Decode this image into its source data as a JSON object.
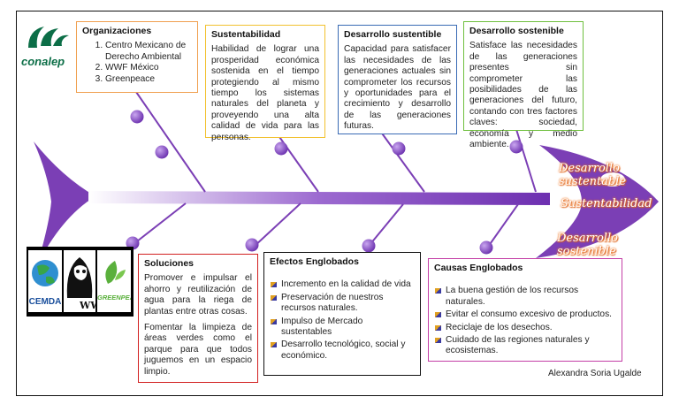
{
  "logo": {
    "name": "conalep"
  },
  "boxes": {
    "organizaciones": {
      "title": "Organizaciones",
      "items": [
        "Centro Mexicano de Derecho Ambiental",
        "WWF México",
        "Greenpeace"
      ]
    },
    "sustentabilidad": {
      "title": "Sustentabilidad",
      "text": "Habilidad de lograr una prosperidad económica sostenida en el tiempo protegiendo al mismo tiempo los sistemas naturales del planeta y proveyendo una alta calidad de vida para las personas."
    },
    "desarrollo_sustentable": {
      "title": "Desarrollo sustentible",
      "text": "Capacidad para satisfacer las necesidades de las generaciones actuales sin comprometer los recursos y oportunidades para el crecimiento y desarrollo de las generaciones futuras."
    },
    "desarrollo_sostenible": {
      "title": "Desarrollo sostenible",
      "text": "Satisface las necesidades de las generaciones presentes sin comprometer las posibilidades de las generaciones del futuro, contando con tres factores claves: sociedad, economía y medio ambiente."
    },
    "soluciones": {
      "title": "Soluciones",
      "p1": "Promover e impulsar el ahorro y reutilización de agua para la riega de plantas entre otras cosas.",
      "p2": "Fomentar la limpieza de áreas verdes como el parque para que todos juguemos en un espacio limpio."
    },
    "efectos": {
      "title": "Efectos Englobados",
      "items": [
        "Incremento en la calidad de vida",
        "Preservación de nuestros recursos naturales.",
        "Impulso de Mercado sustentables",
        "Desarrollo tecnológico, social y económico."
      ]
    },
    "causas": {
      "title": "Causas Englobados",
      "items": [
        "La buena gestión de los recursos naturales.",
        "Evitar el consumo excesivo de productos.",
        "Reciclaje de los desechos.",
        "Cuidado de las regiones naturales y ecosistemas."
      ]
    }
  },
  "head_labels": [
    "Desarrollo sustentable",
    "Sustentabilidad",
    "Desarrollo sostenible"
  ],
  "partners": [
    "CEMDA",
    "WWF",
    "GREENPEACE"
  ],
  "author": "Alexandra Soria Ugalde",
  "colors": {
    "fish": "#7b3fb5",
    "organizaciones": "#f0a050",
    "sustentabilidad": "#f2c12e",
    "desarrollo_sustentable": "#3a6bb5",
    "desarrollo_sostenible": "#6fbf3e",
    "soluciones": "#d22020",
    "efectos": "#111111",
    "causas": "#c43fa6",
    "head_text": "#f07a28"
  }
}
